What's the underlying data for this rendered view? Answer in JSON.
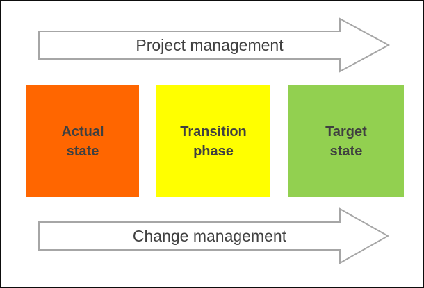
{
  "diagram": {
    "top_arrow": {
      "label": "Project management"
    },
    "bottom_arrow": {
      "label": "Change management"
    },
    "boxes": [
      {
        "name": "actual-state",
        "lines": [
          "Actual",
          "state"
        ],
        "color": "#FF6600"
      },
      {
        "name": "transition-phase",
        "lines": [
          "Transition",
          "phase"
        ],
        "color": "#FFFF00"
      },
      {
        "name": "target-state",
        "lines": [
          "Target",
          "state"
        ],
        "color": "#92D050"
      }
    ],
    "colors": {
      "arrow_outline": "#A6A6A6",
      "arrow_fill": "#FFFFFF",
      "text": "#404040",
      "frame_border": "#0D0D0D",
      "background": "#FFFFFF"
    }
  }
}
